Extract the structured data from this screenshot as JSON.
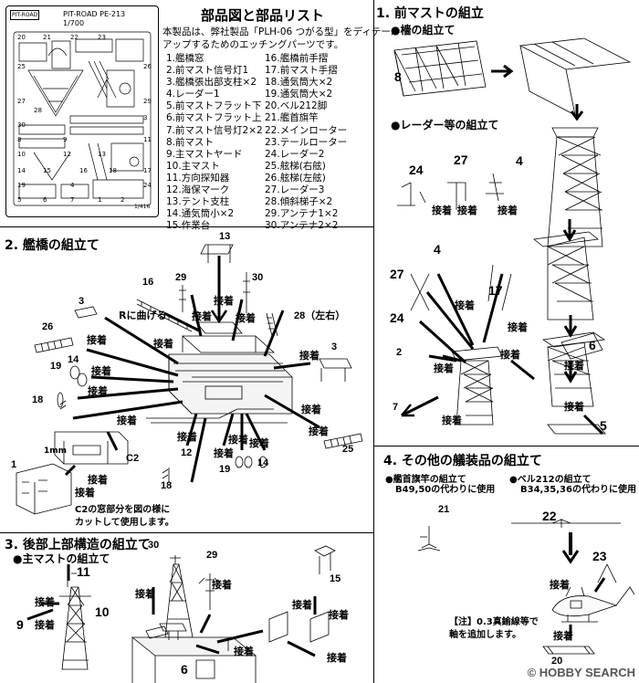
{
  "header": {
    "title": "部品図と部品リスト",
    "intro_line1": "本製品は、弊社製品「PLH-06 つがる型」をディテール",
    "intro_line2": "アップするためのエッチングパーツです。",
    "sheet_label": "PIT-ROAD PE-213",
    "sheet_scale": "1/700",
    "sheet_corner": "PIT-ROAD",
    "sheet_small_scale": "1/416"
  },
  "parts_left": [
    "1.艦橋窓",
    "2.前マスト信号灯1",
    "3.艦橋張出部支柱×2",
    "4.レーダー1",
    "5.前マストフラット下",
    "6.前マストフラット上",
    "7.前マスト信号灯2×2",
    "8.前マスト",
    "9.主マストヤード",
    "10.主マスト",
    "11.方向探知器",
    "12.海保マーク",
    "13.テント支柱",
    "14.通気筒小×2",
    "15.作業台"
  ],
  "parts_right": [
    "16.艦橋前手摺",
    "17.前マスト手摺",
    "18.通気筒大×2",
    "19.通気筒大×2",
    "20.ベル212脚",
    "21.艦首旗竿",
    "22.メインローター",
    "23.テールローター",
    "24.レーダー2",
    "25.舷梯(右舷)",
    "26.舷梯(左舷)",
    "27.レーダー3",
    "28.傾斜梯子×2",
    "29.アンテナ1×2",
    "30.アンテナ2×2"
  ],
  "sheet_numbers": [
    "20",
    "21",
    "22",
    "23",
    "25",
    "26",
    "27",
    "28",
    "29",
    "30",
    "3",
    "8",
    "9",
    "10",
    "11",
    "12",
    "13",
    "14",
    "15",
    "16",
    "17",
    "18",
    "19",
    "24",
    "4",
    "5",
    "6",
    "7",
    "1",
    "2"
  ],
  "section1": {
    "title": "1. 前マストの組立",
    "sub_a": "●檣の組立て",
    "sub_b": "●レーダー等の組立て",
    "numbers": [
      "8",
      "24",
      "27",
      "4",
      "4",
      "27",
      "17",
      "24",
      "2",
      "7",
      "6",
      "5"
    ],
    "glue": [
      "接着",
      "接着",
      "接着",
      "接着",
      "接着",
      "接着",
      "接着",
      "接着",
      "接着",
      "接着"
    ]
  },
  "section2": {
    "title": "2. 艦橋の組立て",
    "numbers": [
      "13",
      "29",
      "30",
      "16",
      "3",
      "28（左右）",
      "26",
      "3",
      "19",
      "14",
      "18",
      "12",
      "18",
      "19",
      "14",
      "25",
      "1",
      "C2"
    ],
    "bend": "Rに曲げる",
    "dim": "1mm",
    "note_line1": "C2の窓部分を図の様に",
    "note_line2": "カットして使用します。",
    "glue": [
      "接着",
      "接着",
      "接着",
      "接着",
      "接着",
      "接着",
      "接着",
      "接着",
      "接着",
      "接着",
      "接着",
      "接着",
      "接着",
      "接着",
      "接着",
      "接着",
      "接着"
    ]
  },
  "section3": {
    "title": "3. 後部上部構造の組立て",
    "sub_a": "●主マストの組立て",
    "numbers": [
      "11",
      "10",
      "9",
      "30",
      "29",
      "15",
      "6"
    ],
    "glue": [
      "接着",
      "接着",
      "接着",
      "接着",
      "接着",
      "接着",
      "接着",
      "接着"
    ]
  },
  "section4": {
    "title": "4. その他の艤装品の組立て",
    "sub_a": "●艦首旗竿の組立て",
    "sub_a_note": "B49,50の代わりに使用",
    "sub_b": "●ベル212の組立て",
    "sub_b_note": "B34,35,36の代わりに使用",
    "numbers": [
      "21",
      "22",
      "23",
      "20"
    ],
    "caution_line1": "【注】0.3真鍮線等で",
    "caution_line2": "軸を追加します。",
    "glue": [
      "接着",
      "接着"
    ]
  },
  "watermark": "© HOBBY SEARCH"
}
